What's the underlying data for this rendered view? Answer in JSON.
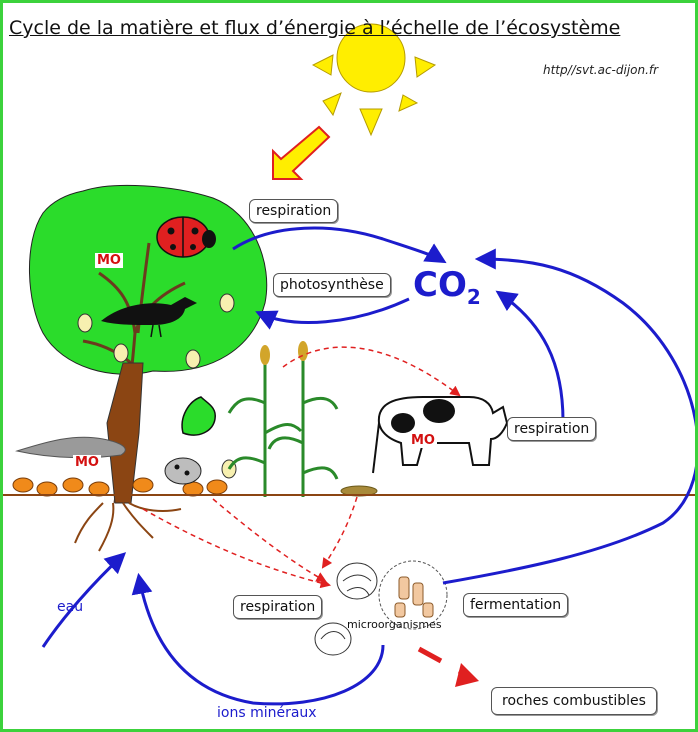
{
  "title": "Cycle de la matière et flux d’énergie à l’échelle de l’écosystème",
  "source": "http//svt.ac-dijon.fr",
  "labels": {
    "respiration_top": "respiration",
    "photosynthese": "photosynthèse",
    "co2_main": "CO",
    "co2_sub": "2",
    "respiration_cow": "respiration",
    "respiration_soil": "respiration",
    "fermentation": "fermentation",
    "roches": "roches combustibles",
    "microorganismes": "microorganismes",
    "eau": "eau",
    "ions": "ions minéraux",
    "mo": "MO"
  },
  "colors": {
    "frame": "#3cd23c",
    "tree_foliage": "#2bdc2b",
    "sun": "#ffee00",
    "blue_arrow": "#1c1ccc",
    "red_dashed": "#e02020",
    "ground": "#8b4513",
    "mo_text": "#d31010"
  },
  "icons": [
    "sun-icon",
    "tree-icon",
    "ladybug-icon",
    "bird-icon",
    "acorn-icon",
    "oak-leaf-icon",
    "corn-plant-icon",
    "cow-icon",
    "dung-icon",
    "insect-icon",
    "litter-icon",
    "microorganism-icon"
  ]
}
